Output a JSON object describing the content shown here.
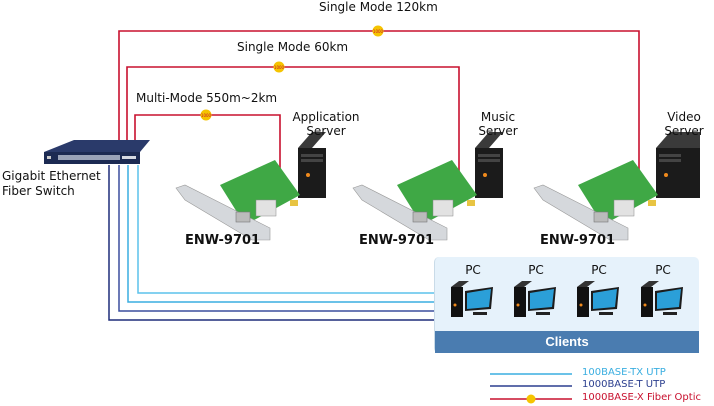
{
  "diagram": {
    "switch": {
      "label_line1": "Gigabit Ethernet",
      "label_line2": "Fiber Switch"
    },
    "fiber_links": [
      {
        "label": "Single Mode 120km",
        "badge": "1000"
      },
      {
        "label": "Single Mode 60km",
        "badge": "1000"
      },
      {
        "label": "Multi-Mode 550m~2km",
        "badge": "1000"
      }
    ],
    "servers": [
      {
        "line1": "Application",
        "line2": "Server",
        "nic_model": "ENW-9701"
      },
      {
        "line1": "Music",
        "line2": "Server",
        "nic_model": "ENW-9701"
      },
      {
        "line1": "Video",
        "line2": "Server",
        "nic_model": "ENW-9701"
      }
    ],
    "clients": {
      "title": "Clients",
      "pcs": [
        {
          "label": "PC"
        },
        {
          "label": "PC"
        },
        {
          "label": "PC"
        },
        {
          "label": "PC"
        }
      ]
    },
    "legend": [
      {
        "label": "100BASE-TX UTP",
        "color": "#3aaee0"
      },
      {
        "label": "1000BASE-T UTP",
        "color": "#2c3f8f"
      },
      {
        "label": "1000BASE-X Fiber Optic",
        "color": "#c8102e",
        "badge": "1000"
      }
    ],
    "colors": {
      "fiber": "#c8102e",
      "utp_100": "#3aaee0",
      "utp_1000": "#2c3f8f",
      "badge": "#f5c400",
      "clients_bar": "#4a7cb0",
      "clients_bg": "#e6f2fb"
    }
  }
}
